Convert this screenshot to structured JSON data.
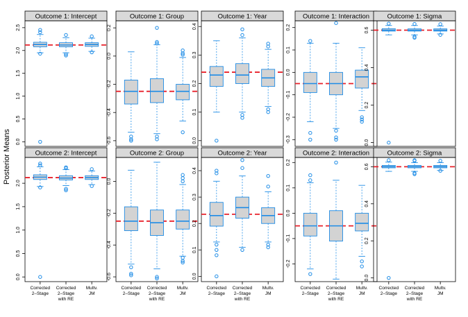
{
  "figure": {
    "ylabel": "Posterior Means",
    "group_labels": [
      [
        "Corrected",
        "2–Stage"
      ],
      [
        "Corrected",
        "2–Stage",
        "with RE"
      ],
      [
        "Multv.",
        "JM"
      ]
    ]
  },
  "colors": {
    "box_fill": "#d3d3d3",
    "box_stroke": "#1e8ce6",
    "reference_line": "#e8202a",
    "strip_fill": "#d9d9d9",
    "frame": "#000000"
  },
  "chart_data": [
    {
      "type": "box",
      "title": "Outcome 1: Intercept",
      "ylim": [
        -0.1,
        2.65
      ],
      "yticks": [
        "0.0",
        "0.5",
        "1.0",
        "1.5",
        "2.0",
        "2.5"
      ],
      "reference": 2.12,
      "categories": [
        "Corrected 2-Stage",
        "Corrected 2-Stage with RE",
        "Multv. JM"
      ],
      "boxes": [
        {
          "min": 1.95,
          "q1": 2.08,
          "median": 2.13,
          "q3": 2.18,
          "max": 2.35,
          "outliers": [
            2.45,
            2.4,
            1.93,
            0.0
          ]
        },
        {
          "min": 1.95,
          "q1": 2.08,
          "median": 2.12,
          "q3": 2.17,
          "max": 2.28,
          "outliers": [
            2.34,
            1.92,
            1.89
          ]
        },
        {
          "min": 1.98,
          "q1": 2.09,
          "median": 2.13,
          "q3": 2.17,
          "max": 2.27,
          "outliers": [
            2.31,
            1.96
          ]
        }
      ]
    },
    {
      "type": "box",
      "title": "Outcome 1: Group",
      "ylim": [
        -0.64,
        0.25
      ],
      "yticks": [
        "-0.6",
        "-0.4",
        "-0.2",
        "0.0",
        "0.2"
      ],
      "reference": -0.25,
      "categories": [
        "Corrected 2-Stage",
        "Corrected 2-Stage with RE",
        "Multv. JM"
      ],
      "boxes": [
        {
          "min": -0.54,
          "q1": -0.34,
          "median": -0.25,
          "q3": -0.17,
          "max": 0.03,
          "outliers": [
            -0.57,
            -0.59,
            -0.6
          ]
        },
        {
          "min": -0.55,
          "q1": -0.33,
          "median": -0.25,
          "q3": -0.16,
          "max": 0.08,
          "outliers": [
            0.2,
            0.1,
            0.09,
            -0.57,
            -0.59
          ]
        },
        {
          "min": -0.46,
          "q1": -0.31,
          "median": -0.25,
          "q3": -0.2,
          "max": -0.01,
          "outliers": [
            0.04,
            0.02,
            0.01,
            -0.54
          ]
        }
      ]
    },
    {
      "type": "box",
      "title": "Outcome 1: Year",
      "ylim": [
        -0.02,
        0.42
      ],
      "yticks": [
        "0.0",
        "0.1",
        "0.2",
        "0.3",
        "0.4"
      ],
      "reference": 0.24,
      "categories": [
        "Corrected 2-Stage",
        "Corrected 2-Stage with RE",
        "Multv. JM"
      ],
      "boxes": [
        {
          "min": 0.1,
          "q1": 0.19,
          "median": 0.23,
          "q3": 0.26,
          "max": 0.35,
          "outliers": [
            0.0
          ]
        },
        {
          "min": 0.1,
          "q1": 0.2,
          "median": 0.23,
          "q3": 0.27,
          "max": 0.36,
          "outliers": [
            0.39,
            0.37,
            0.09,
            0.08
          ]
        },
        {
          "min": 0.12,
          "q1": 0.19,
          "median": 0.22,
          "q3": 0.25,
          "max": 0.32,
          "outliers": [
            0.34,
            0.33,
            0.11,
            0.1
          ]
        }
      ]
    },
    {
      "type": "box",
      "title": "Outcome 1: Interaction",
      "ylim": [
        -0.33,
        0.23
      ],
      "yticks": [
        "-0.3",
        "-0.2",
        "-0.1",
        "0.0",
        "0.1",
        "0.2"
      ],
      "reference": -0.05,
      "categories": [
        "Corrected 2-Stage",
        "Corrected 2-Stage with RE",
        "Multv. JM"
      ],
      "boxes": [
        {
          "min": -0.22,
          "q1": -0.09,
          "median": -0.05,
          "q3": 0.0,
          "max": 0.13,
          "outliers": [
            0.14,
            -0.27,
            -0.3
          ]
        },
        {
          "min": -0.25,
          "q1": -0.1,
          "median": -0.05,
          "q3": 0.0,
          "max": 0.13,
          "outliers": [
            0.22,
            -0.26,
            -0.29,
            -0.3
          ]
        },
        {
          "min": -0.17,
          "q1": -0.07,
          "median": -0.02,
          "q3": 0.01,
          "max": 0.11,
          "outliers": [
            -0.2,
            -0.21,
            -0.22
          ]
        }
      ]
    },
    {
      "type": "box",
      "title": "Outcome 1: Sigma",
      "ylim": [
        -0.02,
        0.65
      ],
      "yticks": [
        "0.0",
        "0.2",
        "0.4",
        "0.6"
      ],
      "reference": 0.6,
      "categories": [
        "Corrected 2-Stage",
        "Corrected 2-Stage with RE",
        "Multv. JM"
      ],
      "boxes": [
        {
          "min": 0.575,
          "q1": 0.595,
          "median": 0.6,
          "q3": 0.608,
          "max": 0.625,
          "outliers": [
            0.635,
            0.0
          ]
        },
        {
          "min": 0.575,
          "q1": 0.595,
          "median": 0.6,
          "q3": 0.607,
          "max": 0.625,
          "outliers": [
            0.633,
            0.565,
            0.56
          ]
        },
        {
          "min": 0.58,
          "q1": 0.595,
          "median": 0.6,
          "q3": 0.607,
          "max": 0.622,
          "outliers": [
            0.632,
            0.575
          ]
        }
      ]
    },
    {
      "type": "box",
      "title": "Outcome 2: Intercept",
      "ylim": [
        -0.1,
        2.55
      ],
      "yticks": [
        "0.0",
        "0.5",
        "1.0",
        "1.5",
        "2.0"
      ],
      "reference": 2.12,
      "categories": [
        "Corrected 2-Stage",
        "Corrected 2-Stage with RE",
        "Multv. JM"
      ],
      "boxes": [
        {
          "min": 1.93,
          "q1": 2.08,
          "median": 2.13,
          "q3": 2.18,
          "max": 2.35,
          "outliers": [
            2.42,
            2.38,
            1.91,
            0.0
          ]
        },
        {
          "min": 1.95,
          "q1": 2.07,
          "median": 2.11,
          "q3": 2.16,
          "max": 2.29,
          "outliers": [
            2.34,
            2.32,
            1.88,
            1.85
          ]
        },
        {
          "min": 1.97,
          "q1": 2.08,
          "median": 2.12,
          "q3": 2.16,
          "max": 2.26,
          "outliers": [
            2.3,
            1.94
          ]
        }
      ]
    },
    {
      "type": "box",
      "title": "Outcome 2: Group",
      "ylim": [
        -0.63,
        0.15
      ],
      "yticks": [
        "-0.6",
        "-0.4",
        "-0.2",
        "0.0"
      ],
      "reference": -0.25,
      "categories": [
        "Corrected 2-Stage",
        "Corrected 2-Stage with RE",
        "Multv. JM"
      ],
      "boxes": [
        {
          "min": -0.52,
          "q1": -0.31,
          "median": -0.25,
          "q3": -0.16,
          "max": 0.07,
          "outliers": [
            -0.54,
            -0.58,
            -0.59
          ]
        },
        {
          "min": -0.55,
          "q1": -0.34,
          "median": -0.26,
          "q3": -0.18,
          "max": 0.12,
          "outliers": [
            -0.6,
            -0.61
          ]
        },
        {
          "min": -0.47,
          "q1": -0.3,
          "median": -0.25,
          "q3": -0.18,
          "max": -0.02,
          "outliers": [
            0.04,
            0.02,
            0.0,
            -0.48,
            -0.5,
            -0.51
          ]
        }
      ]
    },
    {
      "type": "box",
      "title": "Outcome 2: Year",
      "ylim": [
        -0.02,
        0.45
      ],
      "yticks": [
        "0.0",
        "0.1",
        "0.2",
        "0.3",
        "0.4"
      ],
      "reference": 0.235,
      "categories": [
        "Corrected 2-Stage",
        "Corrected 2-Stage with RE",
        "Multv. JM"
      ],
      "boxes": [
        {
          "min": 0.13,
          "q1": 0.19,
          "median": 0.23,
          "q3": 0.28,
          "max": 0.36,
          "outliers": [
            0.4,
            0.39,
            0.12,
            0.1,
            0.08,
            0.0
          ]
        },
        {
          "min": 0.11,
          "q1": 0.22,
          "median": 0.26,
          "q3": 0.3,
          "max": 0.38,
          "outliers": [
            0.44,
            0.41,
            0.1
          ]
        },
        {
          "min": 0.13,
          "q1": 0.2,
          "median": 0.23,
          "q3": 0.26,
          "max": 0.32,
          "outliers": [
            0.38,
            0.34,
            0.12,
            0.11
          ]
        }
      ]
    },
    {
      "type": "box",
      "title": "Outcome 2: Interaction",
      "ylim": [
        -0.27,
        0.22
      ],
      "yticks": [
        "-0.2",
        "-0.1",
        "0.0",
        "0.1",
        "0.2"
      ],
      "reference": -0.05,
      "categories": [
        "Corrected 2-Stage",
        "Corrected 2-Stage with RE",
        "Multv. JM"
      ],
      "boxes": [
        {
          "min": -0.22,
          "q1": -0.09,
          "median": -0.05,
          "q3": 0.0,
          "max": 0.12,
          "outliers": [
            0.15,
            0.13,
            -0.24
          ]
        },
        {
          "min": -0.26,
          "q1": -0.11,
          "median": -0.05,
          "q3": 0.01,
          "max": 0.13,
          "outliers": [
            0.2
          ]
        },
        {
          "min": -0.17,
          "q1": -0.07,
          "median": -0.04,
          "q3": 0.0,
          "max": 0.11,
          "outliers": [
            -0.19,
            -0.21
          ]
        }
      ]
    },
    {
      "type": "box",
      "title": "Outcome 2: Sigma",
      "ylim": [
        -0.02,
        0.65
      ],
      "yticks": [
        "0.0",
        "0.2",
        "0.4",
        "0.6"
      ],
      "reference": 0.6,
      "categories": [
        "Corrected 2-Stage",
        "Corrected 2-Stage with RE",
        "Multv. JM"
      ],
      "boxes": [
        {
          "min": 0.575,
          "q1": 0.594,
          "median": 0.6,
          "q3": 0.607,
          "max": 0.625,
          "outliers": [
            0.635,
            0.0
          ]
        },
        {
          "min": 0.575,
          "q1": 0.594,
          "median": 0.6,
          "q3": 0.607,
          "max": 0.622,
          "outliers": [
            0.635,
            0.632,
            0.56,
            0.565
          ]
        },
        {
          "min": 0.58,
          "q1": 0.594,
          "median": 0.6,
          "q3": 0.607,
          "max": 0.622,
          "outliers": [
            0.632,
            0.578
          ]
        }
      ]
    }
  ]
}
